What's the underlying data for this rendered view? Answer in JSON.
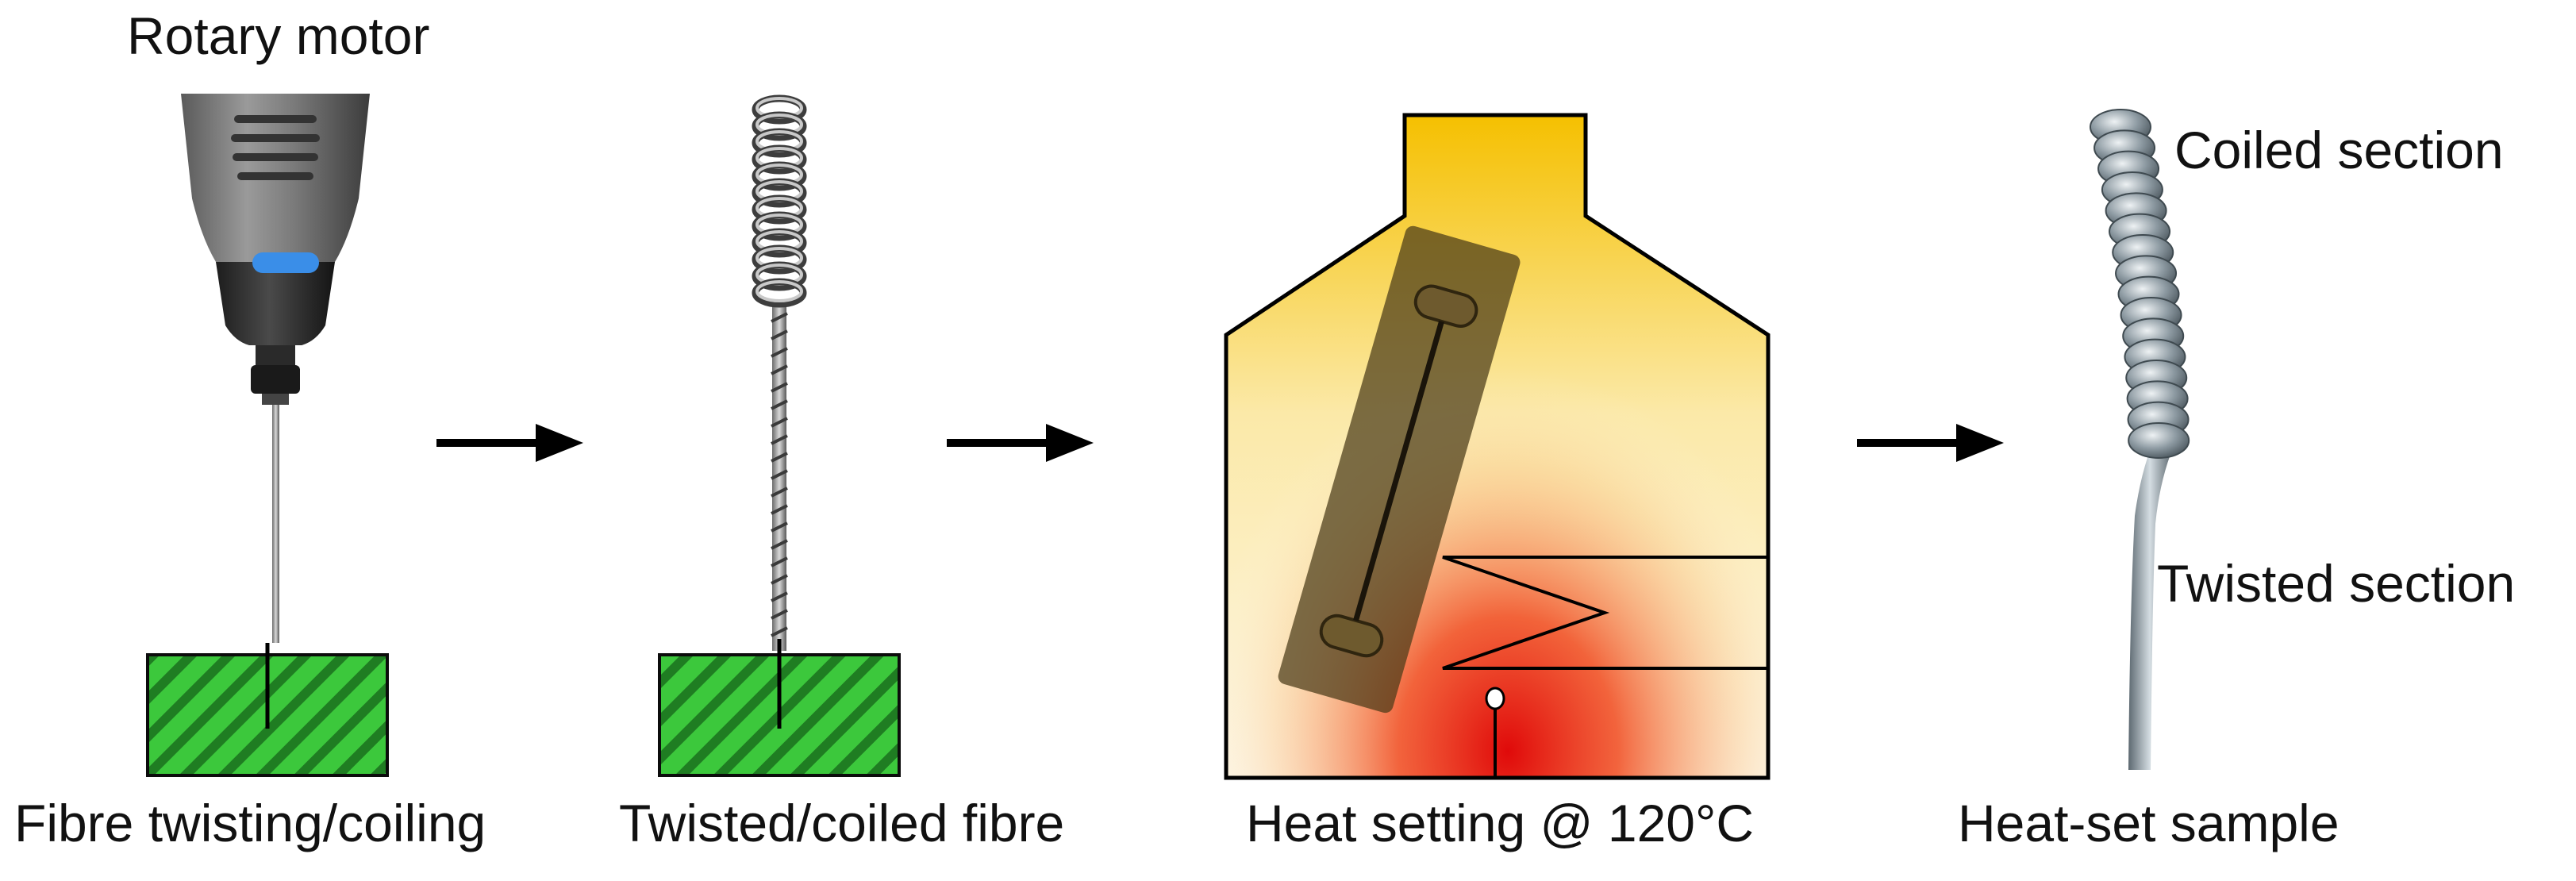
{
  "labels": {
    "rotary_motor": "Rotary motor",
    "step1_caption": "Fibre twisting/coiling",
    "step2_caption": "Twisted/coiled fibre",
    "step3_caption": "Heat setting @ 120°C",
    "step4_caption": "Heat-set sample",
    "coiled_section": "Coiled section",
    "twisted_section": "Twisted section"
  },
  "colors": {
    "clamp_green": "#3cc83c",
    "motor_button_blue": "#3a8ee8",
    "oven_top": "#f5c400",
    "oven_hot": "#e01010",
    "arrow": "#000000"
  },
  "icons": {
    "motor": "rotary-tool-icon",
    "arrow": "right-arrow-icon",
    "oven": "oven-icon",
    "heater": "heating-coil-icon"
  }
}
